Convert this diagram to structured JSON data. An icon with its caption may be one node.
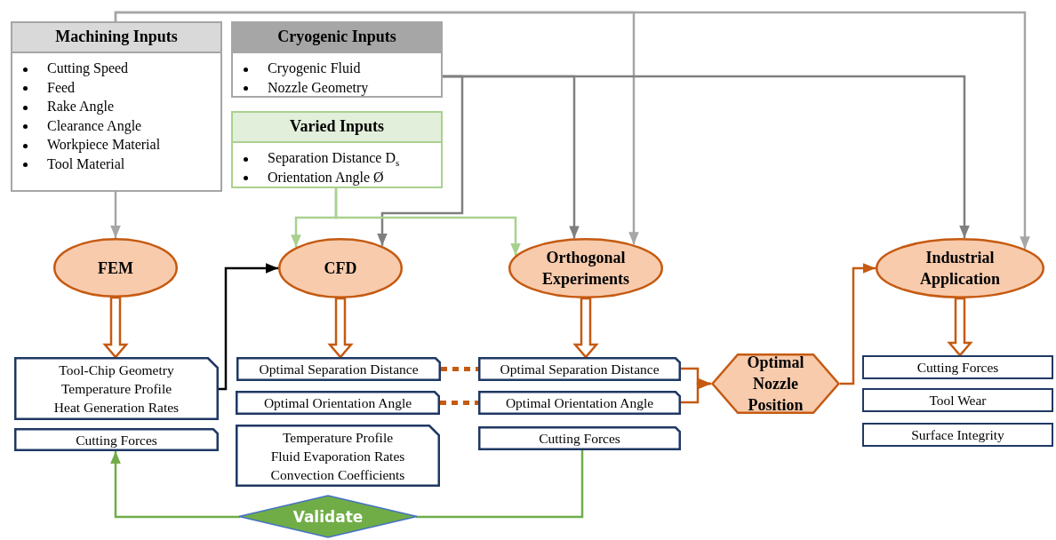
{
  "diagram": {
    "nodes": [
      {
        "text": [
          "Machining Inputs",
          "Cutting Speed",
          "Feed",
          "Rake Angle",
          "Clearance Angle",
          "Workpiece Material",
          "Tool Material"
        ]
      },
      {
        "text": [
          "Cryogenic Inputs",
          "Cryogenic Fluid",
          "Nozzle Geometry"
        ]
      },
      {
        "text": [
          "Varied Inputs",
          "Separation Distance D$_{s}$",
          "Orientation Angle Ø"
        ]
      },
      {
        "text": [
          "FEM"
        ]
      },
      {
        "text": [
          "CFD"
        ]
      },
      {
        "text": [
          "Orthogonal Experiments"
        ]
      },
      {
        "text": [
          "Industrial Application"
        ]
      },
      {
        "text": [
          "Tool-Chip Geometry",
          "Temperature Profile",
          "Heat Generation Rates"
        ]
      },
      {
        "text": [
          "Cutting Forces"
        ]
      },
      {
        "text": [
          "Optimal Separation Distance"
        ]
      },
      {
        "text": [
          "Optimal Orientation Angle"
        ]
      },
      {
        "text": [
          "Temperature Profile",
          "Fluid Evaporation Rates",
          "Convection Coefficients"
        ]
      },
      {
        "text": [
          "Optimal Separation Distance"
        ]
      },
      {
        "text": [
          "Optimal Orientation Angle"
        ]
      },
      {
        "text": [
          "Cutting Forces"
        ]
      },
      {
        "text": [
          "Optimal Nozzle Position"
        ]
      },
      {
        "text": [
          "Cutting Forces"
        ]
      },
      {
        "text": [
          "Tool Wear"
        ]
      },
      {
        "text": [
          "Surface Integrity"
        ]
      },
      {
        "text": [
          "Validate"
        ]
      }
    ],
    "edges": [
      {
        "from": 0,
        "to": 3,
        "arrow": "to",
        "color": "#a6a6a6"
      },
      {
        "from": 0,
        "to": 5,
        "arrow": "to",
        "color": "#a6a6a6"
      },
      {
        "from": 0,
        "to": 6,
        "arrow": "to",
        "color": "#a6a6a6"
      },
      {
        "from": 1,
        "to": 4,
        "arrow": "to",
        "color": "#7f7f7f"
      },
      {
        "from": 1,
        "to": 5,
        "arrow": "to",
        "color": "#7f7f7f"
      },
      {
        "from": 1,
        "to": 6,
        "arrow": "to",
        "color": "#7f7f7f"
      },
      {
        "from": 2,
        "to": 4,
        "arrow": "to",
        "color": "#a9d18e"
      },
      {
        "from": 2,
        "to": 5,
        "arrow": "to",
        "color": "#a9d18e"
      },
      {
        "from": 3,
        "to": 7,
        "arrow": "to",
        "style": "thick"
      },
      {
        "from": 4,
        "to": 9,
        "arrow": "to",
        "style": "thick"
      },
      {
        "from": 5,
        "to": 12,
        "arrow": "to",
        "style": "thick"
      },
      {
        "from": 6,
        "to": 16,
        "arrow": "to",
        "style": "thick"
      },
      {
        "from": 7,
        "to": 4,
        "arrow": "to",
        "color": "#000000"
      },
      {
        "from": 9,
        "to": 12,
        "arrow": "none",
        "style": "dashed"
      },
      {
        "from": 10,
        "to": 13,
        "arrow": "none",
        "style": "dashed"
      },
      {
        "from": 12,
        "to": 15,
        "arrow": "to"
      },
      {
        "from": 13,
        "to": 15,
        "arrow": "to"
      },
      {
        "from": 15,
        "to": 6,
        "arrow": "to"
      },
      {
        "from": 14,
        "to": 19,
        "arrow": "none",
        "color": "#70ad47"
      },
      {
        "from": 19,
        "to": 8,
        "arrow": "to",
        "color": "#70ad47"
      }
    ]
  }
}
